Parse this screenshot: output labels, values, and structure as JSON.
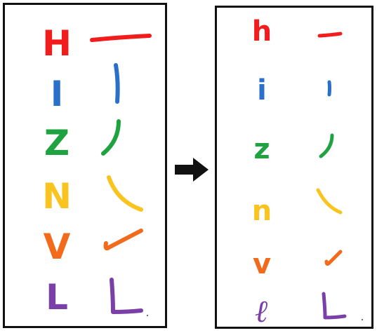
{
  "left_panel": {
    "rows": [
      {
        "letter": "H",
        "color": "#f21c1c",
        "stroke": "horizontal"
      },
      {
        "letter": "I",
        "color": "#2a6fc9",
        "stroke": "vertical"
      },
      {
        "letter": "Z",
        "color": "#1fa340",
        "stroke": "left-falling"
      },
      {
        "letter": "N",
        "color": "#f9c320",
        "stroke": "right-falling"
      },
      {
        "letter": "V",
        "color": "#f26b1d",
        "stroke": "rising"
      },
      {
        "letter": "L",
        "color": "#7b3fa8",
        "stroke": "corner"
      }
    ]
  },
  "arrow": {
    "icon": "right-arrow-icon",
    "color": "#111111"
  },
  "right_panel": {
    "rows": [
      {
        "letter": "h",
        "color": "#f21c1c",
        "stroke": "horizontal"
      },
      {
        "letter": "i",
        "color": "#2a6fc9",
        "stroke": "vertical"
      },
      {
        "letter": "z",
        "color": "#1fa340",
        "stroke": "left-falling"
      },
      {
        "letter": "n",
        "color": "#f9c320",
        "stroke": "right-falling"
      },
      {
        "letter": "v",
        "color": "#f26b1d",
        "stroke": "rising"
      },
      {
        "letter": "ℓ",
        "color": "#7b3fa8",
        "stroke": "corner"
      }
    ]
  }
}
